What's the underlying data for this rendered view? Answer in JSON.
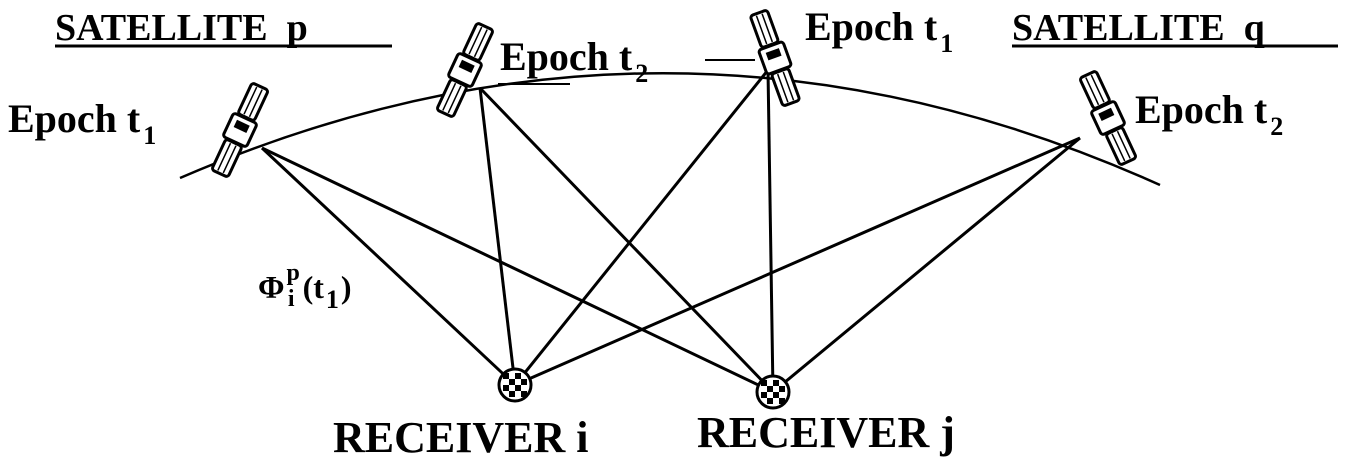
{
  "satellite_p": {
    "title": "SATELLITE  p",
    "epoch1": "Epoch t",
    "epoch1_sub": "1",
    "epoch2": "Epoch t",
    "epoch2_sub": "2"
  },
  "satellite_q": {
    "title": "SATELLITE  q",
    "epoch1": "Epoch t",
    "epoch1_sub": "1",
    "epoch2": "Epoch t",
    "epoch2_sub": "2"
  },
  "observation": {
    "symbol": "Φ",
    "superscript": "p",
    "subscript": "i",
    "argument": "(t",
    "argument_sub": "1",
    "argument_close": ")"
  },
  "receiver_i": {
    "label": "RECEIVER i"
  },
  "receiver_j": {
    "label": "RECEIVER j"
  },
  "icons": {
    "satellite": "satellite-icon",
    "receiver": "receiver-antenna-icon"
  }
}
